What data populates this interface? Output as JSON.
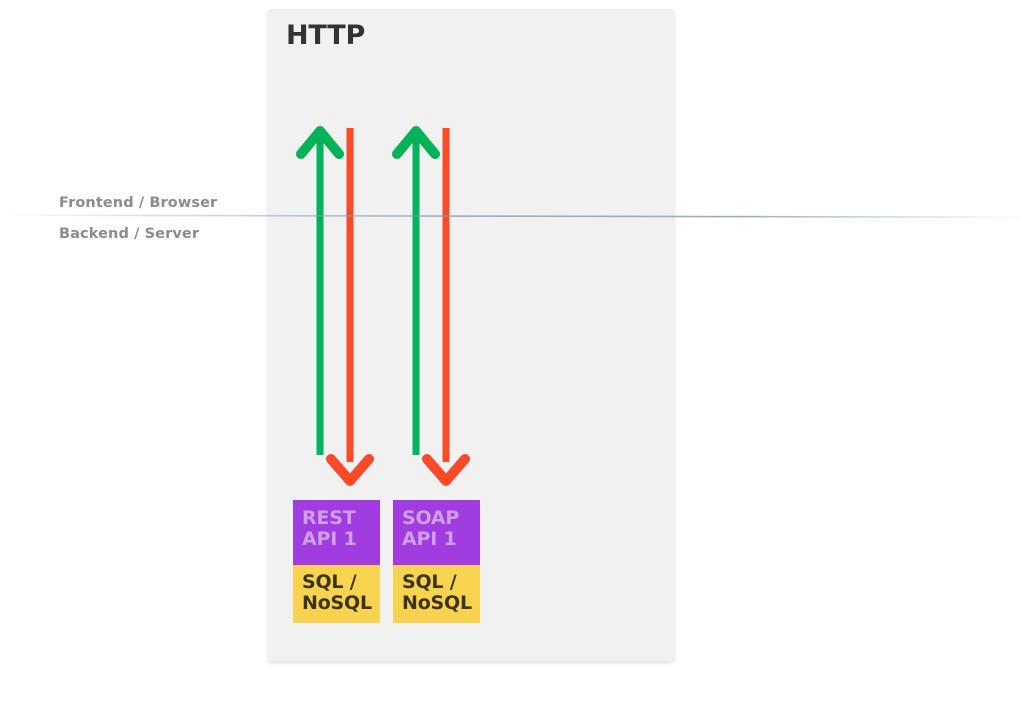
{
  "panel": {
    "title": "HTTP"
  },
  "layers": {
    "frontend_label": "Frontend / Browser",
    "backend_label": "Backend / Server"
  },
  "colors": {
    "panel_background": "#f1f1f1",
    "page_background": "#ffffff",
    "request_arrow": "#00b259",
    "response_arrow": "#fa4b28",
    "api_box": "#a13ce0",
    "api_box_text": "#cf9fe9",
    "db_box": "#f7d34f",
    "db_box_text": "#3d3418",
    "title_text": "#333333",
    "layer_label_text": "#8b8b8f",
    "divider_line": "#93a3c0"
  },
  "columns": [
    {
      "id": "rest",
      "api": {
        "line1": "REST",
        "line2": "API 1"
      },
      "database": {
        "line1": "SQL /",
        "line2": "NoSQL"
      },
      "arrows": {
        "up": "request-arrow-up",
        "down": "response-arrow-down"
      }
    },
    {
      "id": "soap",
      "api": {
        "line1": "SOAP",
        "line2": "API 1"
      },
      "database": {
        "line1": "SQL /",
        "line2": "NoSQL"
      },
      "arrows": {
        "up": "request-arrow-up",
        "down": "response-arrow-down"
      }
    }
  ]
}
